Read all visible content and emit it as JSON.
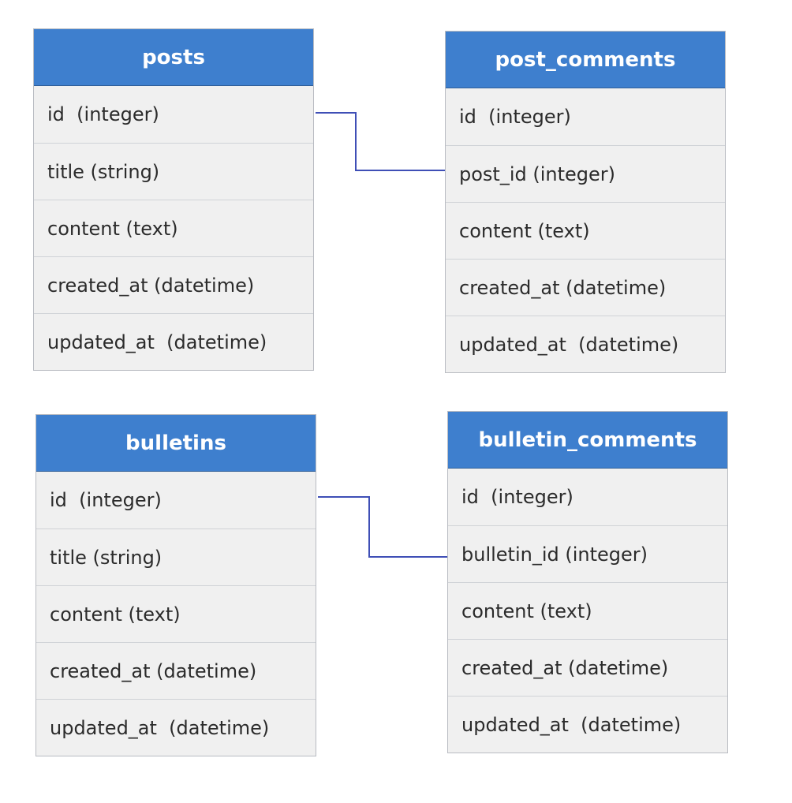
{
  "tables": {
    "posts": {
      "name": "posts",
      "fields": [
        "id  (integer)",
        "title (string)",
        "content (text)",
        "created_at (datetime)",
        "updated_at  (datetime)"
      ]
    },
    "post_comments": {
      "name": "post_comments",
      "fields": [
        "id  (integer)",
        "post_id (integer)",
        "content (text)",
        "created_at (datetime)",
        "updated_at  (datetime)"
      ]
    },
    "bulletins": {
      "name": "bulletins",
      "fields": [
        "id  (integer)",
        "title (string)",
        "content (text)",
        "created_at (datetime)",
        "updated_at  (datetime)"
      ]
    },
    "bulletin_comments": {
      "name": "bulletin_comments",
      "fields": [
        "id  (integer)",
        "bulletin_id (integer)",
        "content (text)",
        "created_at (datetime)",
        "updated_at  (datetime)"
      ]
    }
  },
  "colors": {
    "header": "#3e7fce",
    "row_background": "#f0f0f0",
    "connector": "#3f4fb6"
  }
}
